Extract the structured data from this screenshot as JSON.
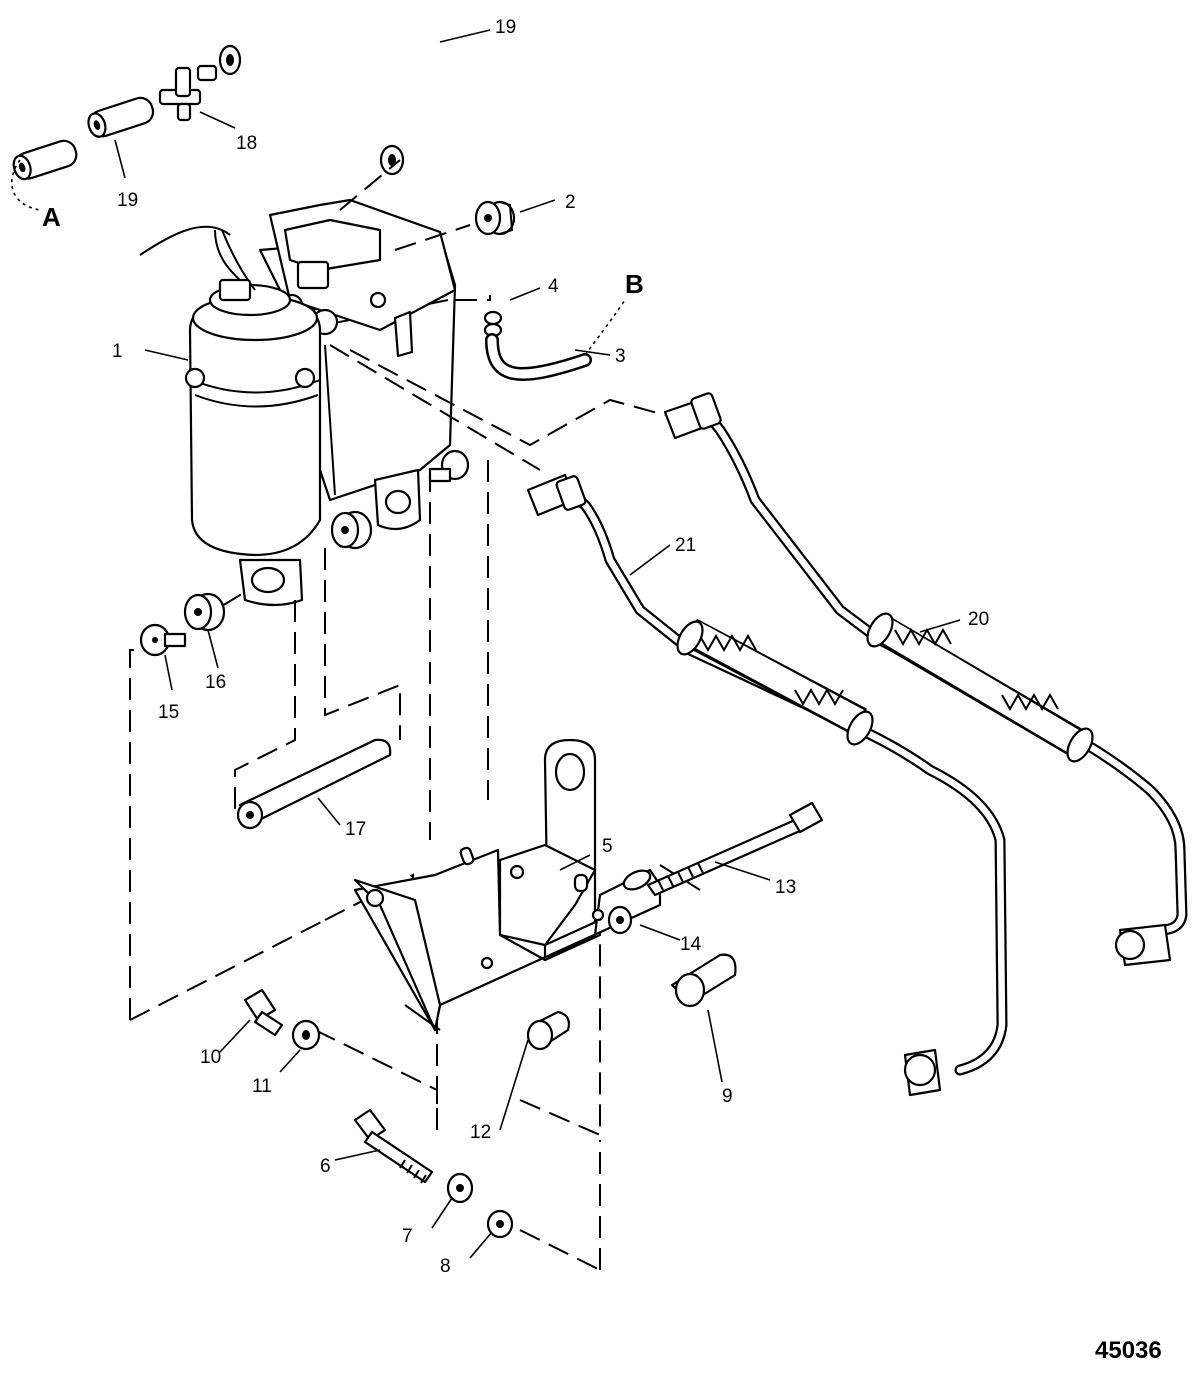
{
  "labels": {
    "p1": "1",
    "p2": "2",
    "p3": "3",
    "p4": "4",
    "p5": "5",
    "p6": "6",
    "p7": "7",
    "p8": "8",
    "p9": "9",
    "p10": "10",
    "p11": "11",
    "p12": "12",
    "p13": "13",
    "p14": "14",
    "p15": "15",
    "p16": "16",
    "p17": "17",
    "p18": "18",
    "p19_top": "19",
    "p19_left": "19",
    "p20": "20",
    "p21": "21"
  },
  "letters": {
    "a": "A",
    "b": "B"
  },
  "figure_number": "45036"
}
